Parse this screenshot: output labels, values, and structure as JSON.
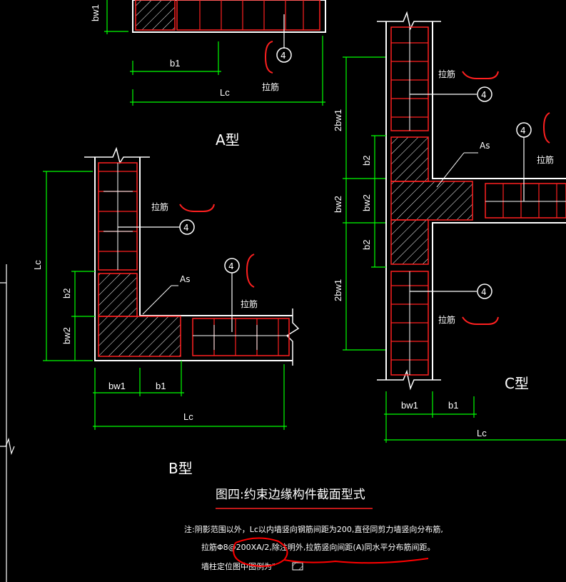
{
  "labels": {
    "a_type": "A型",
    "b_type": "B型",
    "c_type": "C型",
    "tie_bar": "拉筋",
    "as": "As",
    "rebar_no": "4",
    "bw1": "bw1",
    "b1": "b1",
    "b2": "b2",
    "bw2": "bw2",
    "lc": "Lc",
    "twobw1": "2bw1"
  },
  "title": "图四:约束边缘构件截面型式",
  "note": {
    "line1": "注:阴影范围以外，Lc以内墙竖向钢筋间距为200,直径同剪力墙竖向分布筋,",
    "line2": "拉筋Φ8@200XA/2,除注明外,拉筋竖向间距(A)同水平分布筋间距。",
    "line3": "墙柱定位图中图例为\""
  },
  "colors": {
    "background": "#000000",
    "wall_outline": "#ffffff",
    "rebar": "#ff2020",
    "dimension": "#00ff00",
    "annotation_red": "#ff0000"
  }
}
